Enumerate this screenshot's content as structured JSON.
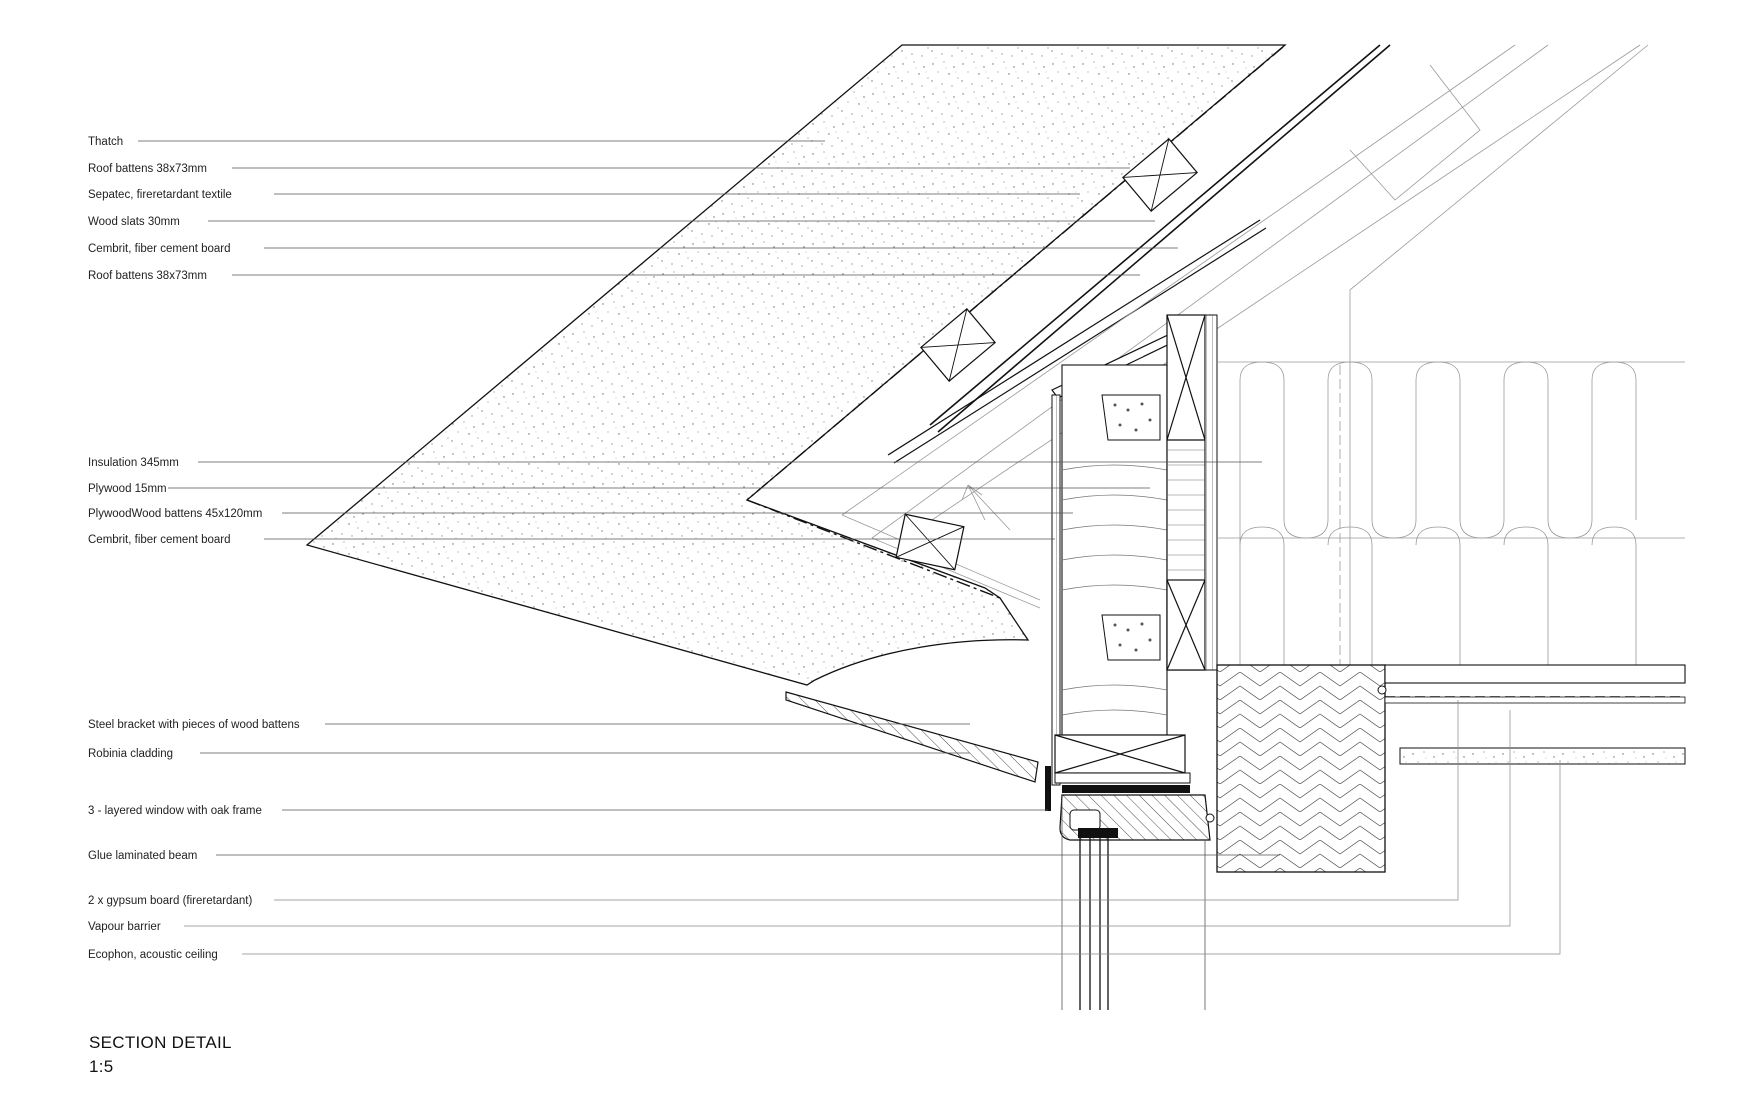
{
  "labels": [
    {
      "text": "Thatch"
    },
    {
      "text": "Roof battens 38x73mm"
    },
    {
      "text": "Sepatec, fireretardant textile"
    },
    {
      "text": "Wood slats 30mm"
    },
    {
      "text": "Cembrit, fiber cement board"
    },
    {
      "text": "Roof battens 38x73mm"
    },
    {
      "text": "Insulation 345mm"
    },
    {
      "text": "Plywood 15mm"
    },
    {
      "text": "PlywoodWood battens 45x120mm"
    },
    {
      "text": "Cembrit, fiber cement board"
    },
    {
      "text": "Steel bracket with pieces of wood battens"
    },
    {
      "text": "Robinia cladding"
    },
    {
      "text": "3 - layered window with oak frame"
    },
    {
      "text": "Glue laminated beam"
    },
    {
      "text": "2 x gypsum board (fireretardant)"
    },
    {
      "text": "Vapour barrier"
    },
    {
      "text": "Ecophon, acoustic ceiling"
    }
  ],
  "title": {
    "name": "SECTION DETAIL",
    "scale": "1:5"
  }
}
